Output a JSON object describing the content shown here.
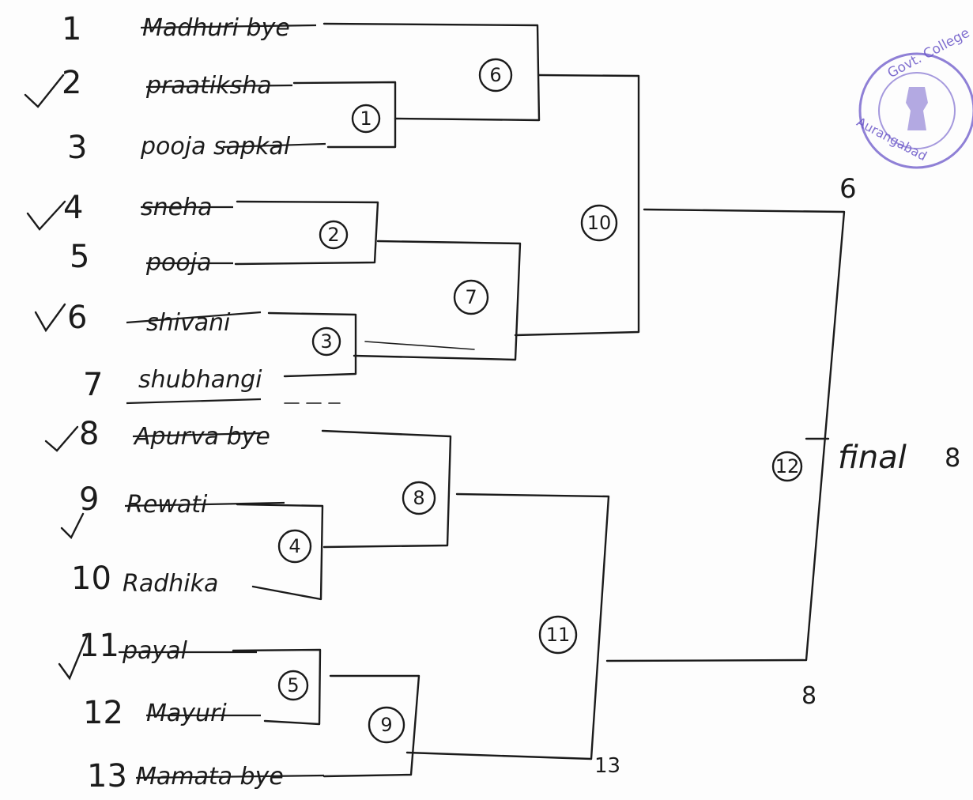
{
  "entrants": [
    {
      "num": "1",
      "name": "Madhuri bye"
    },
    {
      "num": "2",
      "name": "praatiksha"
    },
    {
      "num": "3",
      "name": "pooja sapkal"
    },
    {
      "num": "4",
      "name": "sneha"
    },
    {
      "num": "5",
      "name": "pooja"
    },
    {
      "num": "6",
      "name": "shivani"
    },
    {
      "num": "7",
      "name": "shubhangi"
    },
    {
      "num": "8",
      "name": "Apurva bye"
    },
    {
      "num": "9",
      "name": "Rewati"
    },
    {
      "num": "10",
      "name": "Radhika"
    },
    {
      "num": "11",
      "name": "payal"
    },
    {
      "num": "12",
      "name": "Mayuri"
    },
    {
      "num": "13",
      "name": "Mamata bye"
    }
  ],
  "matches": [
    "1",
    "2",
    "3",
    "4",
    "5",
    "6",
    "7",
    "8",
    "9",
    "10",
    "11",
    "12"
  ],
  "final": {
    "label": "final",
    "score": "8"
  },
  "winner_top": "6",
  "winner_bottom": "8",
  "seed_13": "13",
  "seal": {
    "line1": "Govt. College",
    "line2": "Aurangabad",
    "color": "#6a56c8"
  }
}
